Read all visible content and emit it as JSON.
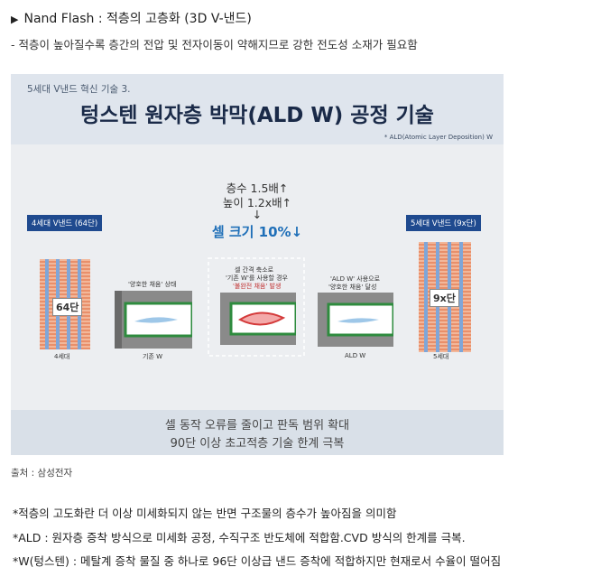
{
  "heading": "Nand Flash : 적층의 고층화 (3D V-낸드)",
  "subline": "- 적층이 높아질수록 층간의 전압 및 전자이동이 약해지므로 강한 전도성 소재가 필요함",
  "figure": {
    "kicker": "5세대 V낸드 혁신 기술 3.",
    "title": "텅스텐 원자층 박막(ALD W) 공정 기술",
    "note": "* ALD(Atomic Layer Deposition) W",
    "stat_layers": "층수 1.5배↑",
    "stat_height": "높이 1.2x배↑",
    "stat_arrow": "↓",
    "stat_cell": "셀 크기 10%↓",
    "left_badge": "4세대 V낸드 (64단)",
    "right_badge": "5세대 V낸드 (9x단)",
    "left_block_label": "64단",
    "right_block_label": "9x단",
    "left_caption": "4세대",
    "right_caption": "5세대",
    "mid1_caption": "'양호한 채움' 상태",
    "mid1_label": "기존 W",
    "mid2_caption_1": "셀 간격 축소로",
    "mid2_caption_2": "'기존 W'를 사용할 경우",
    "mid2_caption_3": "'불완전 채움' 발생",
    "mid3_caption_1": "'ALD W' 사용으로",
    "mid3_caption_2": "'양호한 채움' 달성",
    "mid3_label": "ALD W",
    "bottom_line1": "셀 동작 오류를 줄이고 판독 범위 확대",
    "bottom_line2": "90단 이상 초고적층 기술 한계 극복"
  },
  "source": "출처 : 삼성전자",
  "footnotes": [
    "*적층의 고도화란 더 이상 미세화되지 않는 반면 구조물의 층수가 높아짐을 의미함",
    "*ALD : 원자층 증착 방식으로 미세화 공정, 수직구조 반도체에 적합함.CVD 방식의 한계를 극복.",
    "*W(텅스텐) : 메탈계 증착 물질 중 하나로 96단 이상급 낸드 증착에 적합하지만 현재로서 수율이 떨어짐"
  ],
  "colors": {
    "accent": "#1f4a8f",
    "cell": "#1f6fb8",
    "fill_green": "#2e8b3e",
    "fill_red": "#d43a3a"
  }
}
